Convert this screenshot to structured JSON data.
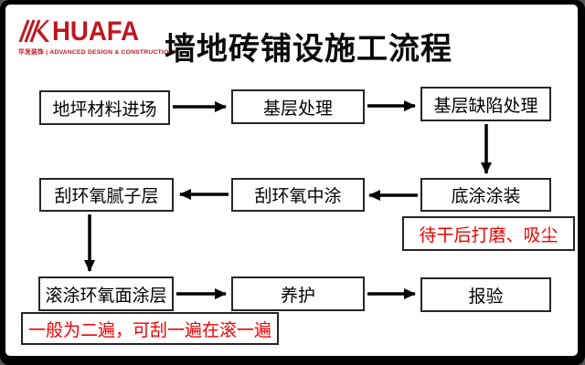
{
  "slide": {
    "background": "#ffffff",
    "frame_color": "#000000"
  },
  "logo": {
    "brand": "HUAFA",
    "tagline": "华发装饰 | ADVANCED DESIGN & CONSTRUCTION",
    "brand_color": "#c0161f"
  },
  "title": "墙地砖铺设施工流程",
  "diagram": {
    "type": "flowchart",
    "nodes": [
      {
        "id": "n1",
        "label": "地坪材料进场",
        "row": 1,
        "col": 1
      },
      {
        "id": "n2",
        "label": "基层处理",
        "row": 1,
        "col": 2
      },
      {
        "id": "n3",
        "label": "基层缺陷处理",
        "row": 1,
        "col": 3
      },
      {
        "id": "n4",
        "label": "刮环氧腻子层",
        "row": 2,
        "col": 1
      },
      {
        "id": "n5",
        "label": "刮环氧中涂",
        "row": 2,
        "col": 2
      },
      {
        "id": "n6",
        "label": "底涂涂装",
        "row": 2,
        "col": 3
      },
      {
        "id": "n7",
        "label": "滚涂环氧面涂层",
        "row": 3,
        "col": 1
      },
      {
        "id": "n8",
        "label": "养护",
        "row": 3,
        "col": 2
      },
      {
        "id": "n9",
        "label": "报验",
        "row": 3,
        "col": 3
      }
    ],
    "edges": [
      {
        "from": "n1",
        "to": "n2"
      },
      {
        "from": "n2",
        "to": "n3"
      },
      {
        "from": "n3",
        "to": "n6"
      },
      {
        "from": "n6",
        "to": "n5"
      },
      {
        "from": "n5",
        "to": "n4"
      },
      {
        "from": "n4",
        "to": "n7"
      },
      {
        "from": "n7",
        "to": "n8"
      },
      {
        "from": "n8",
        "to": "n9"
      }
    ],
    "annotations": [
      {
        "text": "待干后打磨、吸尘",
        "attached_to": "底涂涂装",
        "text_color": "#f20000"
      },
      {
        "text": "一般为二遍，可刮一遍在滚一遍",
        "attached_to": "滚涂环氧面涂层",
        "text_color": "#f20000"
      }
    ],
    "arrow_color": "#000000",
    "box_border_color": "#262626"
  }
}
